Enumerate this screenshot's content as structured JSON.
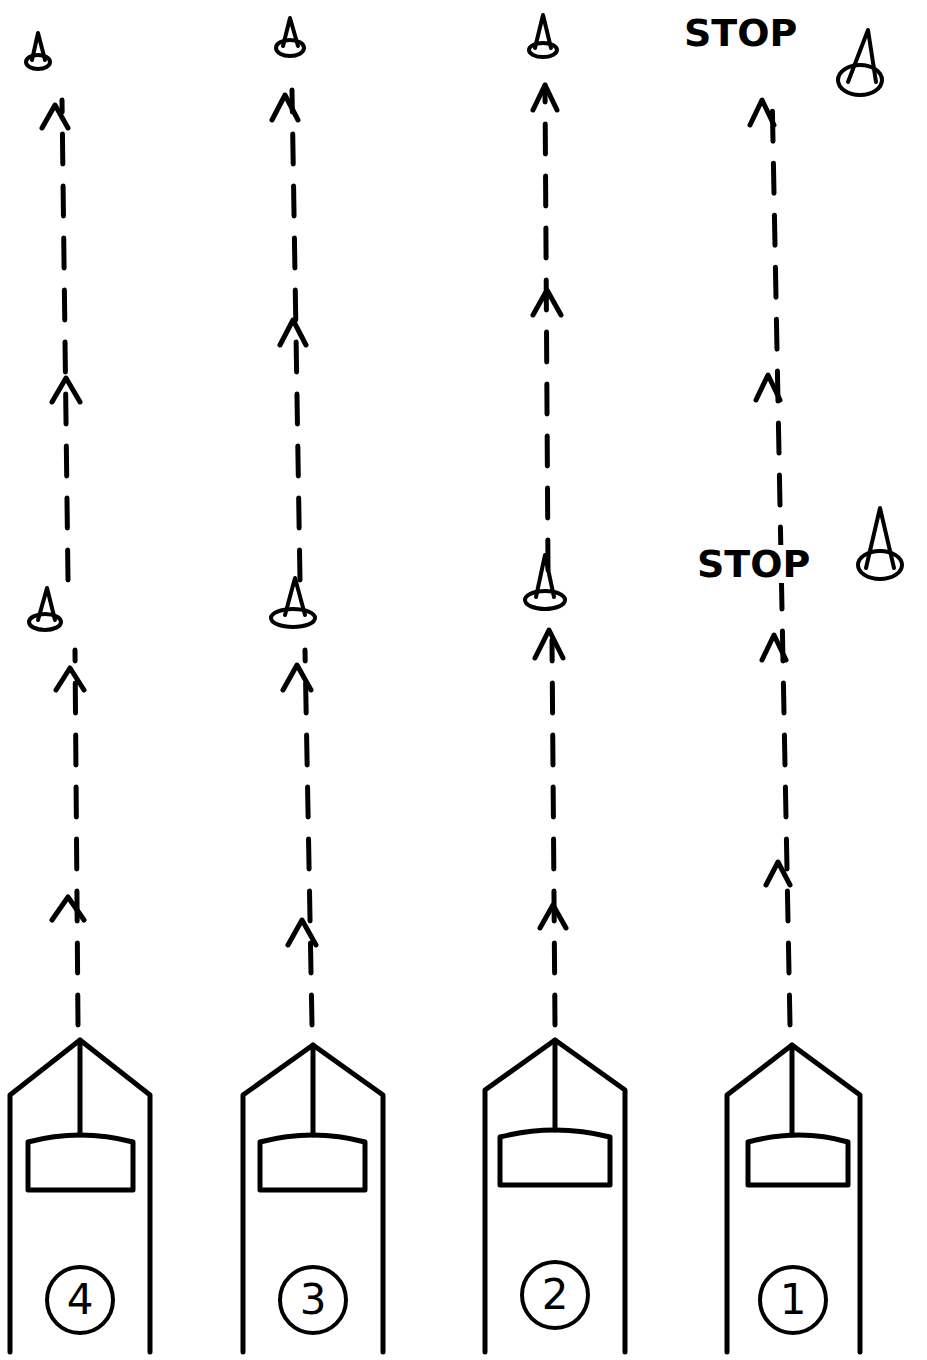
{
  "diagram": {
    "nodes": [
      {
        "text": [
          "4"
        ]
      },
      {
        "text": [
          "3"
        ]
      },
      {
        "text": [
          "2"
        ]
      },
      {
        "text": [
          "1"
        ]
      }
    ],
    "labels": [
      "STOP",
      "STOP"
    ]
  }
}
